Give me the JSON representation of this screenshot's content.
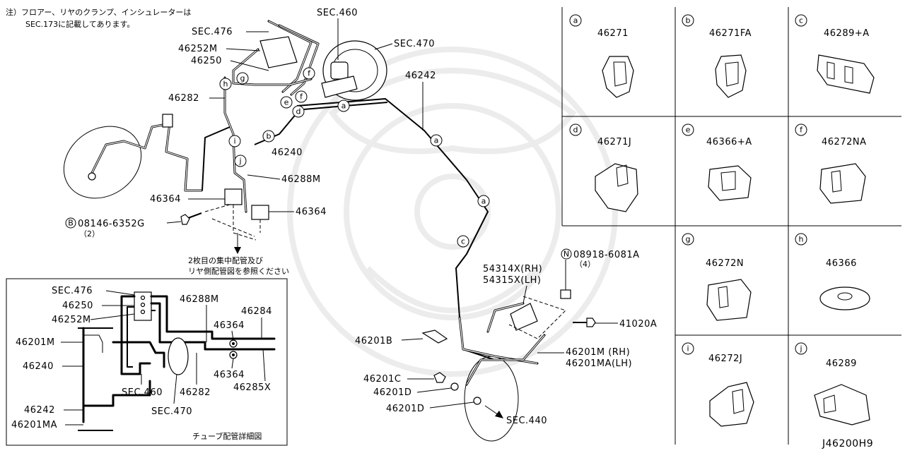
{
  "note": {
    "line1": "注）フロアー、リヤのクランプ、インシュレーターは",
    "line2": "SEC.173に記載してあります。"
  },
  "main_labels": {
    "sec460": "SEC.460",
    "sec476": "SEC.476",
    "sec470": "SEC.470",
    "p46252M": "46252M",
    "p46250": "46250",
    "p46282": "46282",
    "p46242": "46242",
    "p46240": "46240",
    "p46288M": "46288M",
    "p46364a": "46364",
    "p46364b": "46364",
    "bolt_code": "08146-6352G",
    "bolt_qty": "（2）",
    "bolt_prefix": "B",
    "ref_line1": "2枚目の集中配管及び",
    "ref_line2": "リヤ側配管図を参照ください",
    "nut_prefix": "N",
    "nut_code": "08918-6081A",
    "nut_qty": "（4）",
    "p54314": "54314X(RH)",
    "p54315": "54315X(LH)",
    "p41020A": "41020A",
    "p46201B": "46201B",
    "p46201M_rh": "46201M (RH)",
    "p46201MA_lh": "46201MA(LH)",
    "p46201C": "46201C",
    "p46201D_a": "46201D",
    "p46201D_b": "46201D",
    "sec440": "SEC.440"
  },
  "callouts": [
    "a",
    "b",
    "c",
    "d",
    "e",
    "f",
    "g",
    "h",
    "i",
    "j"
  ],
  "inset": {
    "sec476": "SEC.476",
    "p46250": "46250",
    "p46252M": "46252M",
    "p46201M": "46201M",
    "p46240": "46240",
    "p46242": "46242",
    "p46201MA": "46201MA",
    "p46288M": "46288M",
    "p46284": "46284",
    "p46364a": "46364",
    "p46364b": "46364",
    "p46285X": "46285X",
    "sec460": "SEC.460",
    "p46282": "46282",
    "sec470": "SEC.470",
    "caption": "チューブ配管詳細図"
  },
  "clip_table": [
    {
      "key": "a",
      "part": "46271"
    },
    {
      "key": "b",
      "part": "46271FA"
    },
    {
      "key": "c",
      "part": "46289+A"
    },
    {
      "key": "d",
      "part": "46271J"
    },
    {
      "key": "e",
      "part": "46366+A"
    },
    {
      "key": "f",
      "part": "46272NA"
    },
    {
      "key": "g",
      "part": "46272N"
    },
    {
      "key": "h",
      "part": "46366"
    },
    {
      "key": "i",
      "part": "46272J"
    },
    {
      "key": "j",
      "part": "46289"
    }
  ],
  "diagram_id": "J46200H9"
}
